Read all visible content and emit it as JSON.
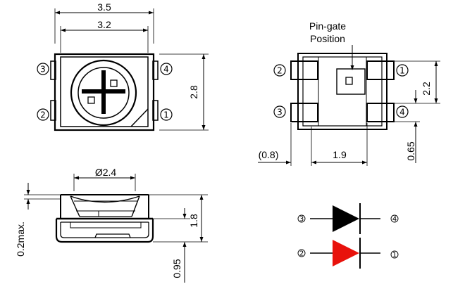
{
  "top_view": {
    "width_outer": "3.5",
    "width_inner": "3.2",
    "height": "2.8",
    "pins": {
      "top_left": "3",
      "bottom_left": "2",
      "top_right": "4",
      "bottom_right": "1"
    }
  },
  "bottom_view": {
    "pin_gate_label_line1": "Pin-gate",
    "pin_gate_label_line2": "Position",
    "pitch": "2.2",
    "pad_width": "0.65",
    "pad_offset": "(0.8)",
    "pad_span": "1.9",
    "pins": {
      "top_left": "2",
      "bottom_left": "3",
      "top_right": "1",
      "bottom_right": "4"
    }
  },
  "side_view": {
    "lens_diameter": "Ø2.4",
    "height": "1.8",
    "standoff": "0.95",
    "max_tolerance": "0.2max."
  },
  "schematic": {
    "diode_top": {
      "anode_pin": "3",
      "cathode_pin": "4",
      "color": "#000000"
    },
    "diode_bottom": {
      "anode_pin": "2",
      "cathode_pin": "1",
      "color": "#e8120c"
    }
  }
}
